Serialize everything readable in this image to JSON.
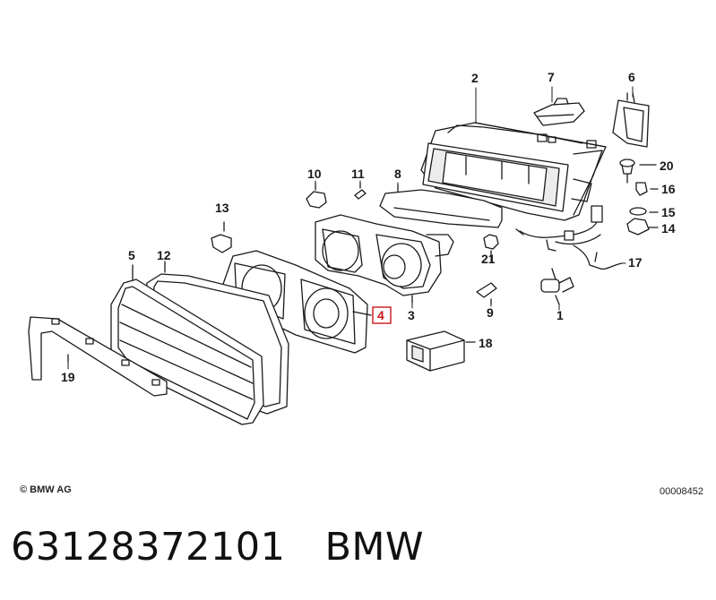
{
  "diagram": {
    "callouts": [
      {
        "id": "c2",
        "text": "2"
      },
      {
        "id": "c7",
        "text": "7"
      },
      {
        "id": "c6",
        "text": "6"
      },
      {
        "id": "c20",
        "text": "20"
      },
      {
        "id": "c10",
        "text": "10"
      },
      {
        "id": "c11",
        "text": "11"
      },
      {
        "id": "c8",
        "text": "8"
      },
      {
        "id": "c16",
        "text": "16"
      },
      {
        "id": "c13",
        "text": "13"
      },
      {
        "id": "c15",
        "text": "15"
      },
      {
        "id": "c14",
        "text": "14"
      },
      {
        "id": "c5",
        "text": "5"
      },
      {
        "id": "c12",
        "text": "12"
      },
      {
        "id": "c21",
        "text": "21"
      },
      {
        "id": "c17",
        "text": "17"
      },
      {
        "id": "c4",
        "text": "4",
        "highlighted": true
      },
      {
        "id": "c3",
        "text": "3"
      },
      {
        "id": "c9",
        "text": "9"
      },
      {
        "id": "c1",
        "text": "1"
      },
      {
        "id": "c18",
        "text": "18"
      },
      {
        "id": "c19",
        "text": "19"
      }
    ],
    "highlight_color": "#c8161d"
  },
  "footer": {
    "copyright": "© BMW AG",
    "doc_number": "00008452"
  },
  "caption": {
    "part_number": "63128372101",
    "brand": "BMW"
  }
}
